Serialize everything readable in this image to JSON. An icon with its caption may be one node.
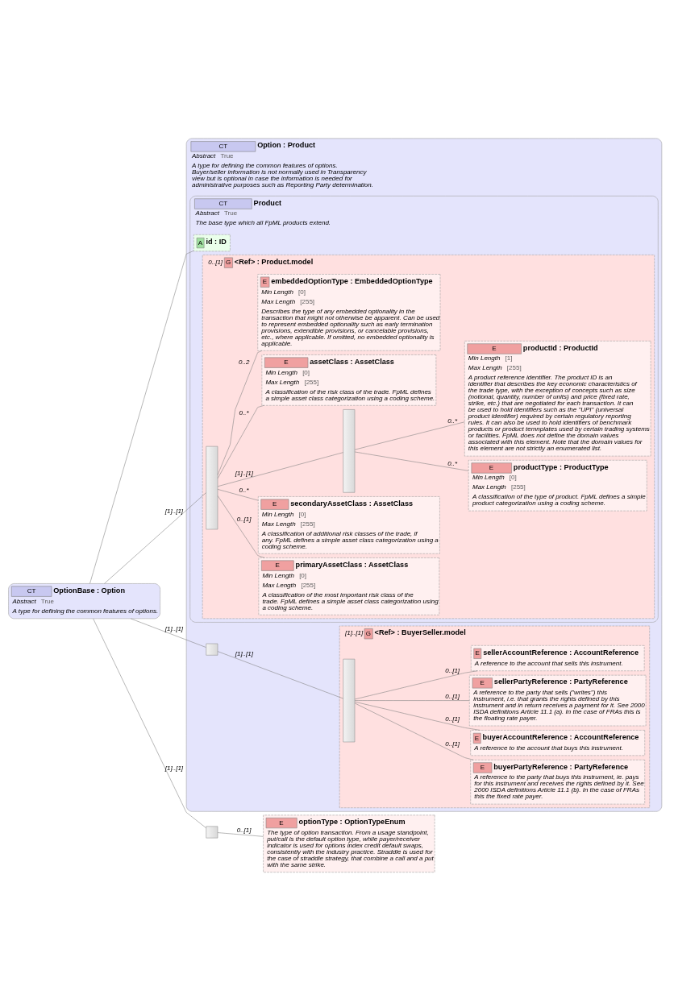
{
  "diagram": {
    "nodes": [
      {
        "text": [
          "CT",
          "OptionBase : Option",
          "Abstract",
          "True",
          "A type for defining the common features of options."
        ]
      },
      {
        "text": [
          "CT",
          "Option : Product",
          "Abstract",
          "True",
          "A type for defining the common features of options. Buyer/seller information is not normally used in Transparency view but is optional in case the information is needed for administrative purposes such as Reporting Party determination."
        ]
      },
      {
        "text": [
          "CT",
          "Product",
          "Abstract",
          "True",
          "The base type which all FpML products extend."
        ],
        "in": 1
      },
      {
        "text": [
          "A",
          "id : ID"
        ],
        "in": 2
      },
      {
        "text": [
          "G",
          "<Ref> : Product.model"
        ],
        "in": 2,
        "beside": [
          "0..[1]"
        ]
      },
      {
        "text": [],
        "shape": "bar",
        "in": 4
      },
      {
        "text": [
          "E",
          "primaryAssetClass : AssetClass",
          "Min Length",
          "[0]",
          "Max Length",
          "[255]",
          "A classification of the most important risk class of the trade. FpML defines a simple asset class categorization using a coding scheme."
        ],
        "in": 4
      },
      {
        "text": [
          "E",
          "secondaryAssetClass : AssetClass",
          "Min Length",
          "[0]",
          "Max Length",
          "[255]",
          "A classification of additional risk classes of the trade, if any. FpML defines a simple asset class categorization using a coding scheme."
        ],
        "in": 4
      },
      {
        "text": [],
        "shape": "bar",
        "in": 4
      },
      {
        "text": [
          "E",
          "productType : ProductType",
          "Min Length",
          "[0]",
          "Max Length",
          "[255]",
          "A classification of the type of product. FpML defines a simple product categorization using a coding scheme."
        ],
        "in": 4
      },
      {
        "text": [
          "E",
          "productId : ProductId",
          "Min Length",
          "[1]",
          "Max Length",
          "[255]",
          "A product reference identifier. The product ID is an identifier that describes the key economic characteristics of the trade type, with the exception of concepts such as size (notional, quantity, number of units) and price (fixed rate, strike, etc.) that are negotiated for each transaction. It can be used to hold identifiers such as the \"UPI\" (universal product identifier) required by certain regulatory reporting rules. It can also be used to hold identifiers of benchmark products or product temnplates used by certain trading systems or facilities. FpML does not define the domain values associated with this element. Note that the domain values for this element are not strictly an enumerated list."
        ],
        "in": 4
      },
      {
        "text": [
          "E",
          "assetClass : AssetClass",
          "Min Length",
          "[0]",
          "Max Length",
          "[255]",
          "A classification of the risk class of the trade. FpML defines a simple asset class categorization using a coding scheme."
        ],
        "in": 4
      },
      {
        "text": [
          "E",
          "embeddedOptionType : EmbeddedOptionType",
          "Min Length",
          "[0]",
          "Max Length",
          "[255]",
          "Describes the type of any embedded optionality in the transaction that might not otherwise be apparent. Can be used to represent embedded optionality such as early termination provisions, extendible provisions, or cancelable provisions, etc., where applicable. If omitted, no embedded optionality is applicable."
        ],
        "in": 4
      },
      {
        "text": [],
        "shape": "box",
        "in": 1
      },
      {
        "text": [
          "G",
          "<Ref> : BuyerSeller.model"
        ],
        "in": 1,
        "beside": [
          "[1]..[1]"
        ]
      },
      {
        "text": [],
        "shape": "bar",
        "in": 14
      },
      {
        "text": [
          "E",
          "buyerPartyReference : PartyReference",
          "A reference to the party that buys this instrument, ie. pays for this instrument and receives the rights defined by it. See 2000 ISDA definitions Article 11.1 (b). In the case of FRAs this the fixed rate payer."
        ],
        "in": 14
      },
      {
        "text": [
          "E",
          "buyerAccountReference : AccountReference",
          "A reference to the account that buys this instrument."
        ],
        "in": 14
      },
      {
        "text": [
          "E",
          "sellerPartyReference : PartyReference",
          "A reference to the party that sells (\"writes\") this instrument, i.e. that grants the rights defined by this instrument and in return receives a payment for it. See 2000 ISDA definitions Article 11.1 (a). In the case of FRAs this is the floating rate payer."
        ],
        "in": 14
      },
      {
        "text": [
          "E",
          "sellerAccountReference : AccountReference",
          "A reference to the account that sells this instrument."
        ],
        "in": 14
      },
      {
        "text": [],
        "shape": "box"
      },
      {
        "text": [
          "E",
          "optionType : OptionTypeEnum",
          "The type of option transaction. From a usage standpoint, put/call is the default option type, while payer/receiver indicator is used for options index credit default swaps, consistently with the industry practice. Straddle is used for the case of straddle strategy, that combine a call and a put with the same strike."
        ]
      }
    ],
    "edges": [
      {
        "from": 0,
        "to": 3,
        "arrow": "none"
      },
      {
        "from": 0,
        "to": 5,
        "arrow": "none",
        "label": "[1]..[1]"
      },
      {
        "from": 5,
        "to": 6,
        "arrow": "none",
        "label": "0..[1]"
      },
      {
        "from": 5,
        "to": 7,
        "arrow": "none",
        "label": "0..*"
      },
      {
        "from": 5,
        "to": 8,
        "arrow": "none",
        "label": "[1]..[1]"
      },
      {
        "from": 8,
        "to": 9,
        "arrow": "none",
        "label": "0..*"
      },
      {
        "from": 8,
        "to": 10,
        "arrow": "none",
        "label": "0..*"
      },
      {
        "from": 5,
        "to": 11,
        "arrow": "none",
        "label": "0..*"
      },
      {
        "from": 5,
        "to": 12,
        "arrow": "none",
        "label": "0..2"
      },
      {
        "from": 0,
        "to": 13,
        "arrow": "none",
        "label": "[1]..[1]"
      },
      {
        "from": 13,
        "to": 15,
        "arrow": "none",
        "label": "[1]..[1]"
      },
      {
        "from": 15,
        "to": 16,
        "arrow": "none",
        "label": "0..[1]"
      },
      {
        "from": 15,
        "to": 17,
        "arrow": "none",
        "label": "0..[1]"
      },
      {
        "from": 15,
        "to": 18,
        "arrow": "none",
        "label": "0..[1]"
      },
      {
        "from": 15,
        "to": 19,
        "arrow": "none",
        "label": "0..[1]"
      },
      {
        "from": 0,
        "to": 20,
        "arrow": "none",
        "label": "[1]..[1]"
      },
      {
        "from": 20,
        "to": 21,
        "arrow": "none",
        "label": "0..[1]"
      }
    ]
  }
}
